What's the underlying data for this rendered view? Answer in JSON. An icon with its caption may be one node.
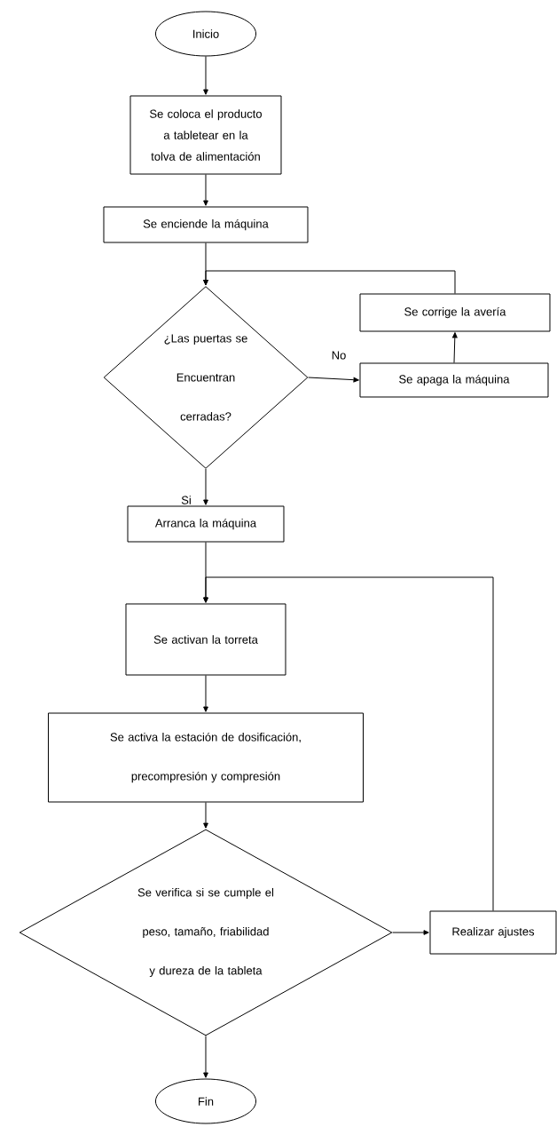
{
  "diagram": {
    "nodes": [
      {
        "text": [
          "Inicio"
        ]
      },
      {
        "text": [
          "Se coloca el producto a tabletear en la tolva de alimentación"
        ]
      },
      {
        "text": [
          "Se enciende la máquina"
        ]
      },
      {
        "text": [
          "¿Las puertas se Encuentran cerradas?"
        ]
      },
      {
        "text": [
          "Se corrige la avería"
        ]
      },
      {
        "text": [
          "Se apaga la máquina"
        ]
      },
      {
        "text": [
          "Arranca la máquina"
        ]
      },
      {
        "text": [
          "Se activan la torreta"
        ]
      },
      {
        "text": [
          "Se activa la estación de dosificación, precompresión y compresión"
        ]
      },
      {
        "text": [
          "Se verifica si se cumple el peso, tamaño, friabilidad y dureza de la tableta"
        ]
      },
      {
        "text": [
          "Realizar ajustes"
        ]
      },
      {
        "text": [
          "Fin"
        ]
      }
    ],
    "edges": [
      {
        "from": 0,
        "to": 1,
        "arrow": "to"
      },
      {
        "from": 1,
        "to": 2,
        "arrow": "to"
      },
      {
        "from": 2,
        "to": 3,
        "arrow": "to"
      },
      {
        "from": 3,
        "to": 5,
        "arrow": "to",
        "label": "No"
      },
      {
        "from": 5,
        "to": 4,
        "arrow": "to"
      },
      {
        "from": 4,
        "to": 3,
        "arrow": "to"
      },
      {
        "from": 3,
        "to": 6,
        "arrow": "to",
        "label": "Si"
      },
      {
        "from": 6,
        "to": 7,
        "arrow": "to"
      },
      {
        "from": 7,
        "to": 8,
        "arrow": "to"
      },
      {
        "from": 8,
        "to": 9,
        "arrow": "to"
      },
      {
        "from": 9,
        "to": 10,
        "arrow": "to"
      },
      {
        "from": 10,
        "to": 7,
        "arrow": "to"
      },
      {
        "from": 9,
        "to": 11,
        "arrow": "to"
      }
    ]
  }
}
